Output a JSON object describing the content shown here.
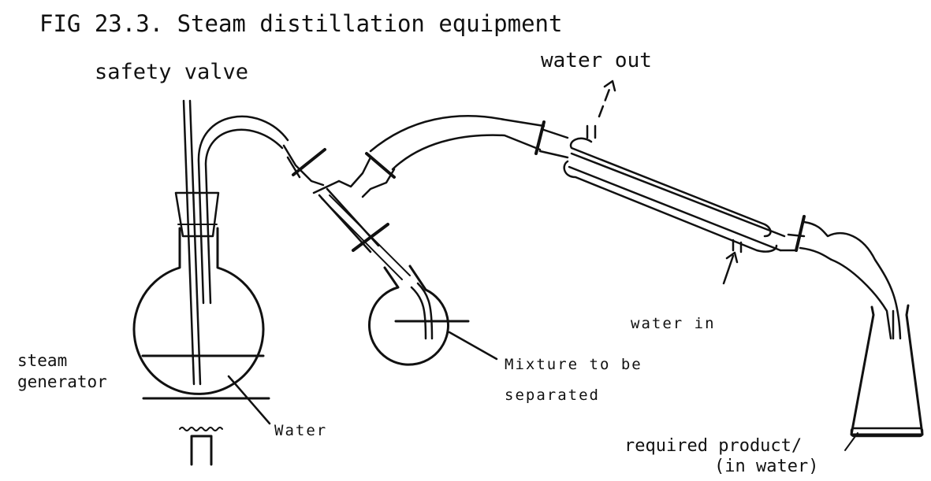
{
  "figure": {
    "title": "FIG 23.3. Steam distillation equipment"
  },
  "labels": {
    "safety_valve": "safety valve",
    "water_out": "water out",
    "water_in": "water in",
    "steam_generator_line1": "steam",
    "steam_generator_line2": "generator",
    "water": "Water",
    "mixture_line1": "Mixture to be",
    "mixture_line2": "separated",
    "product_line1": "required product/",
    "product_line2": "(in water)"
  },
  "colors": {
    "ink": "#111111",
    "background": "#ffffff"
  }
}
